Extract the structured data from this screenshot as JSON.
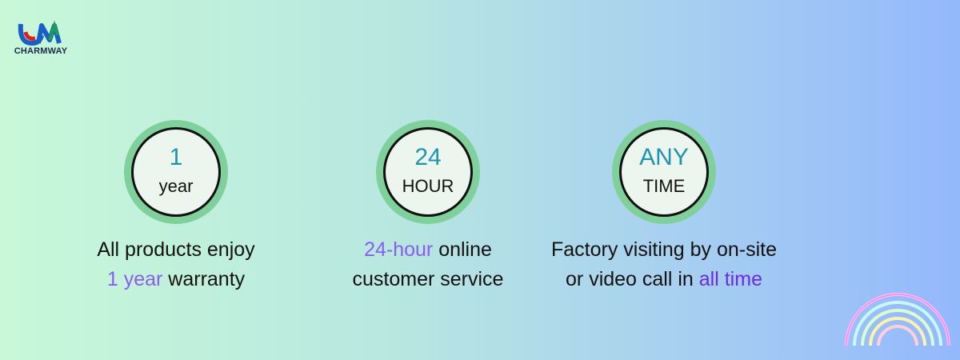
{
  "brand": {
    "name": "CHARMWAY",
    "colors": {
      "blue": "#1a5fc8",
      "red": "#e02020",
      "green": "#1aa050"
    }
  },
  "features": [
    {
      "big": "1",
      "small": "year",
      "caption_hl": "1 year",
      "caption_pre": "All products enjoy",
      "caption_post": "warranty"
    },
    {
      "big": "24",
      "small": "HOUR",
      "caption_hl": "24-hour",
      "caption_rest": "online",
      "caption_line2": "customer service"
    },
    {
      "big": "ANY",
      "small": "TIME",
      "caption_line1": "Factory visiting by on-site",
      "caption_pre": "or video call in",
      "caption_hl": "all time"
    }
  ],
  "decor": {
    "rainbow": "rainbow-icon"
  }
}
